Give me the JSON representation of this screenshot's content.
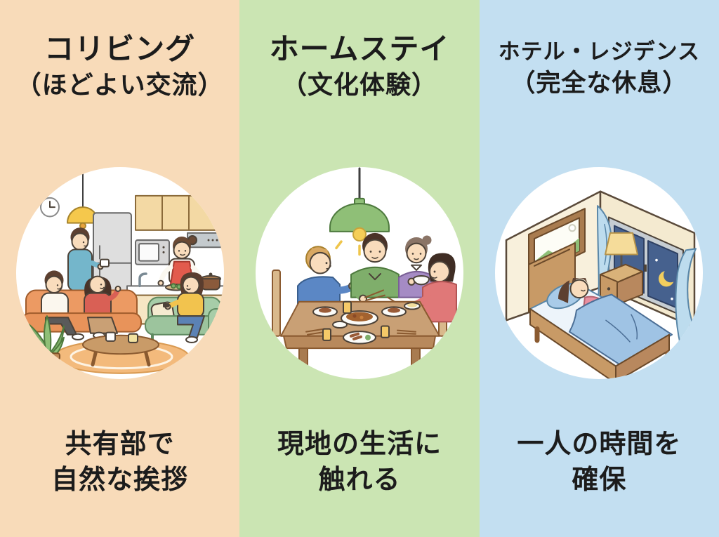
{
  "infographic": {
    "text_color": "#1c1c1c",
    "columns": [
      {
        "key": "coliving",
        "background_color": "#F8DBB9",
        "title": "コリビング",
        "subtitle": "（ほどよい交流）",
        "caption_line1": "共有部で",
        "caption_line2": "自然な挨拶",
        "illustration_alt": "共有ラウンジでくつろぐ人々（ソファ・キッチン・観葉植物）",
        "scene_elements": [
          "wall-clock",
          "pendant-lamp",
          "refrigerator",
          "kitchen-cabinets",
          "range-hood",
          "microwave",
          "cooking-person",
          "kitchen-counter",
          "cutting-board",
          "cooking-pot",
          "standing-person-with-cup",
          "orange-sofa-group",
          "green-sofa-group",
          "round-rug",
          "coffee-table",
          "mugs",
          "potted-plant"
        ]
      },
      {
        "key": "homestay",
        "background_color": "#CBE5B3",
        "title": "ホームステイ",
        "subtitle": "（文化体験）",
        "caption_line1": "現地の生活に",
        "caption_line2": "触れる",
        "illustration_alt": "ホストファミリーと食卓を囲む夕食",
        "scene_elements": [
          "pendant-lamp",
          "wooden-chairs",
          "guest-man",
          "host-father",
          "host-mother",
          "guest-woman",
          "dining-table",
          "shared-dishes",
          "drinks",
          "chopsticks"
        ]
      },
      {
        "key": "hotel-residence",
        "background_color": "#C3DFF1",
        "title": "ホテル・レジデンス",
        "subtitle": "（完全な休息）",
        "caption_line1": "一人の時間を",
        "caption_line2": "確保",
        "illustration_alt": "夜の寝室でベッドに横たわる人",
        "scene_elements": [
          "wall-art",
          "night-window",
          "crescent-moon",
          "stars",
          "curtains",
          "bedside-table",
          "table-lamp",
          "bed",
          "pillow",
          "sleeping-person",
          "blanket"
        ]
      }
    ]
  }
}
